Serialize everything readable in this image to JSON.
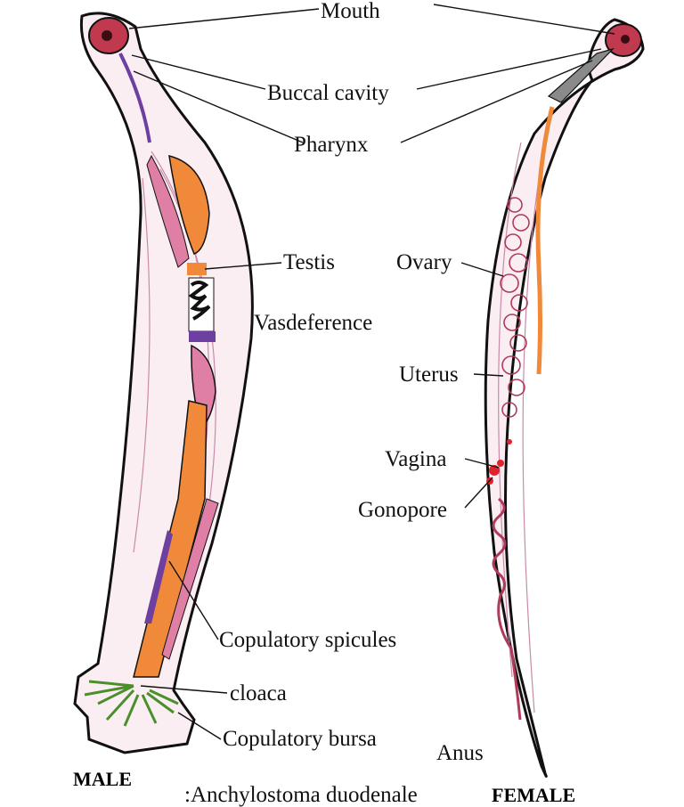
{
  "labels": {
    "mouth": "Mouth",
    "buccal_cavity": "Buccal cavity",
    "pharynx": "Pharynx",
    "testis": "Testis",
    "vasdeference": "Vasdeference",
    "ovary": "Ovary",
    "uterus": "Uterus",
    "vagina": "Vagina",
    "gonopore": "Gonopore",
    "copulatory_spicules": "Copulatory spicules",
    "cloaca": "cloaca",
    "copulatory_bursa": "Copulatory bursa",
    "anus": "Anus"
  },
  "captions": {
    "male": "MALE",
    "female": "FEMALE",
    "species": ":Anchylostoma duodenale"
  },
  "colors": {
    "outline": "#111111",
    "body_fill": "#fbeef3",
    "head_ring": "#c0394e",
    "pink_organ": "#e07fa6",
    "orange_organ": "#f08a3a",
    "purple_organ": "#6d3fa0",
    "bursa_green": "#4a8f2a",
    "gonopore_red": "#e0242b",
    "pharynx_grey": "#8a8a8a"
  }
}
